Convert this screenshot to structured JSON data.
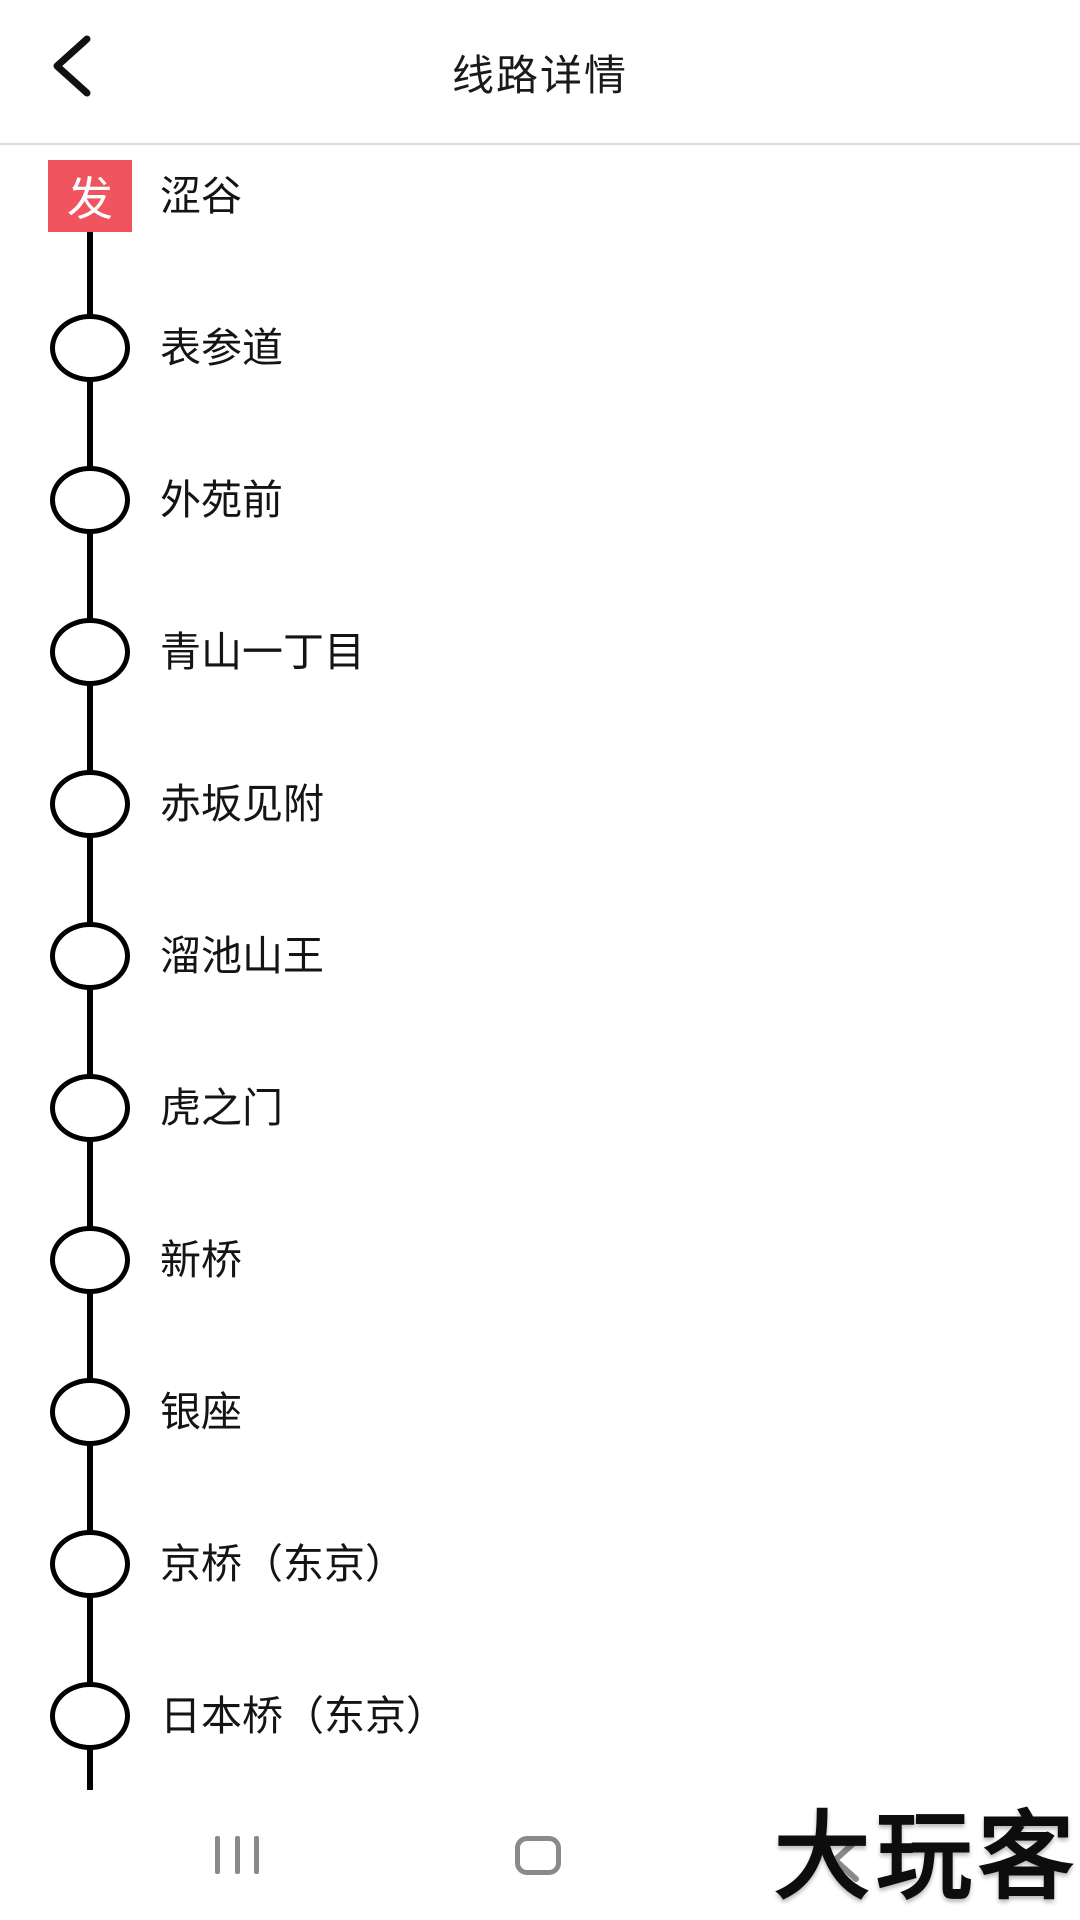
{
  "header": {
    "title": "线路详情",
    "back_icon": "chevron-left"
  },
  "route": {
    "departure_badge_label": "发",
    "stations": [
      {
        "name": "涩谷",
        "type": "departure"
      },
      {
        "name": "表参道",
        "type": "stop"
      },
      {
        "name": "外苑前",
        "type": "stop"
      },
      {
        "name": "青山一丁目",
        "type": "stop"
      },
      {
        "name": "赤坂见附",
        "type": "stop"
      },
      {
        "name": "溜池山王",
        "type": "stop"
      },
      {
        "name": "虎之门",
        "type": "stop"
      },
      {
        "name": "新桥",
        "type": "stop"
      },
      {
        "name": "银座",
        "type": "stop"
      },
      {
        "name": "京桥（东京）",
        "type": "stop"
      },
      {
        "name": "日本桥（东京）",
        "type": "stop"
      }
    ]
  },
  "nav_bar": {
    "recents_icon": "recents-bars",
    "home_icon": "home-squircle",
    "back_icon": "back-chevron"
  },
  "watermark": "大玩客",
  "colors": {
    "departure_red": "#f0545e",
    "line_black": "#000000",
    "nav_gray": "#8a8a8a",
    "header_border": "#dcdcdc",
    "text": "#141414"
  }
}
